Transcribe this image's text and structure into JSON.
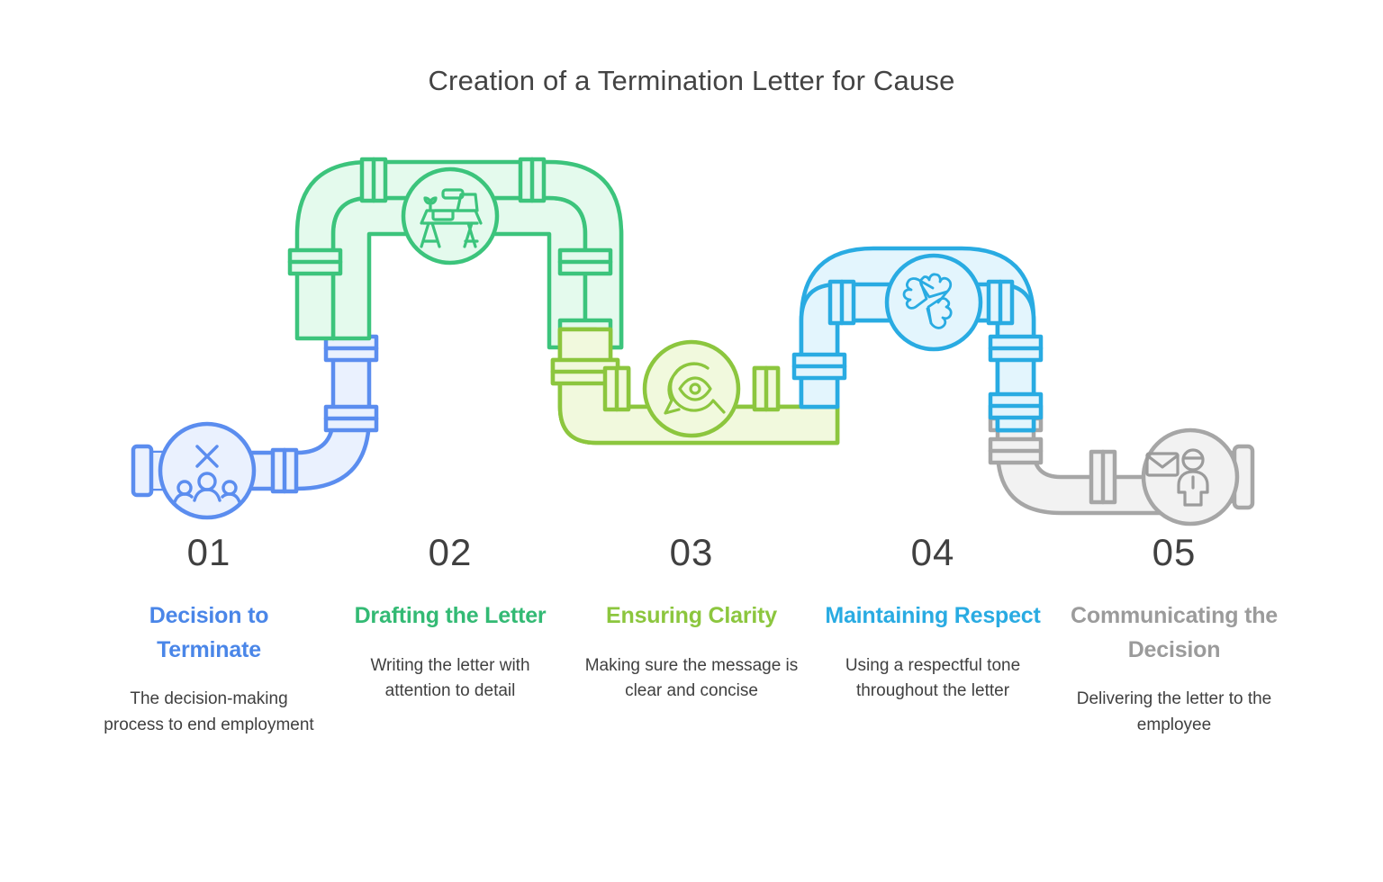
{
  "header": {
    "title": "Creation of a Termination Letter for Cause"
  },
  "palette": {
    "blue_stroke": "#5b8def",
    "blue_fill": "#eaf1fe",
    "green_stroke": "#3cc47c",
    "green_fill": "#e4faed",
    "lime_stroke": "#8cc63e",
    "lime_fill": "#f1f9dd",
    "cyan_stroke": "#29abe2",
    "cyan_fill": "#e3f5fd",
    "gray_stroke": "#a6a6a6",
    "gray_fill": "#f2f2f2",
    "number_color": "#404040",
    "desc_color": "#404040",
    "title_color": "#434343"
  },
  "steps": [
    {
      "number": "01",
      "title": "Decision to Terminate",
      "description": "The decision-making process to end employment",
      "color": "#4a86e8",
      "icon": "group-with-x-icon"
    },
    {
      "number": "02",
      "title": "Drafting the Letter",
      "description": "Writing the letter with attention to detail",
      "color": "#33ba74",
      "icon": "desk-workspace-icon"
    },
    {
      "number": "03",
      "title": "Ensuring Clarity",
      "description": "Making sure the message is clear and concise",
      "color": "#8cc63e",
      "icon": "magnifier-eye-icon"
    },
    {
      "number": "04",
      "title": "Maintaining Respect",
      "description": "Using a respectful tone throughout the letter",
      "color": "#29abe2",
      "icon": "joined-hands-icon"
    },
    {
      "number": "05",
      "title": "Communicating the Decision",
      "description": "Delivering the letter to the employee",
      "color": "#9b9b9b",
      "icon": "envelope-person-icon"
    }
  ]
}
